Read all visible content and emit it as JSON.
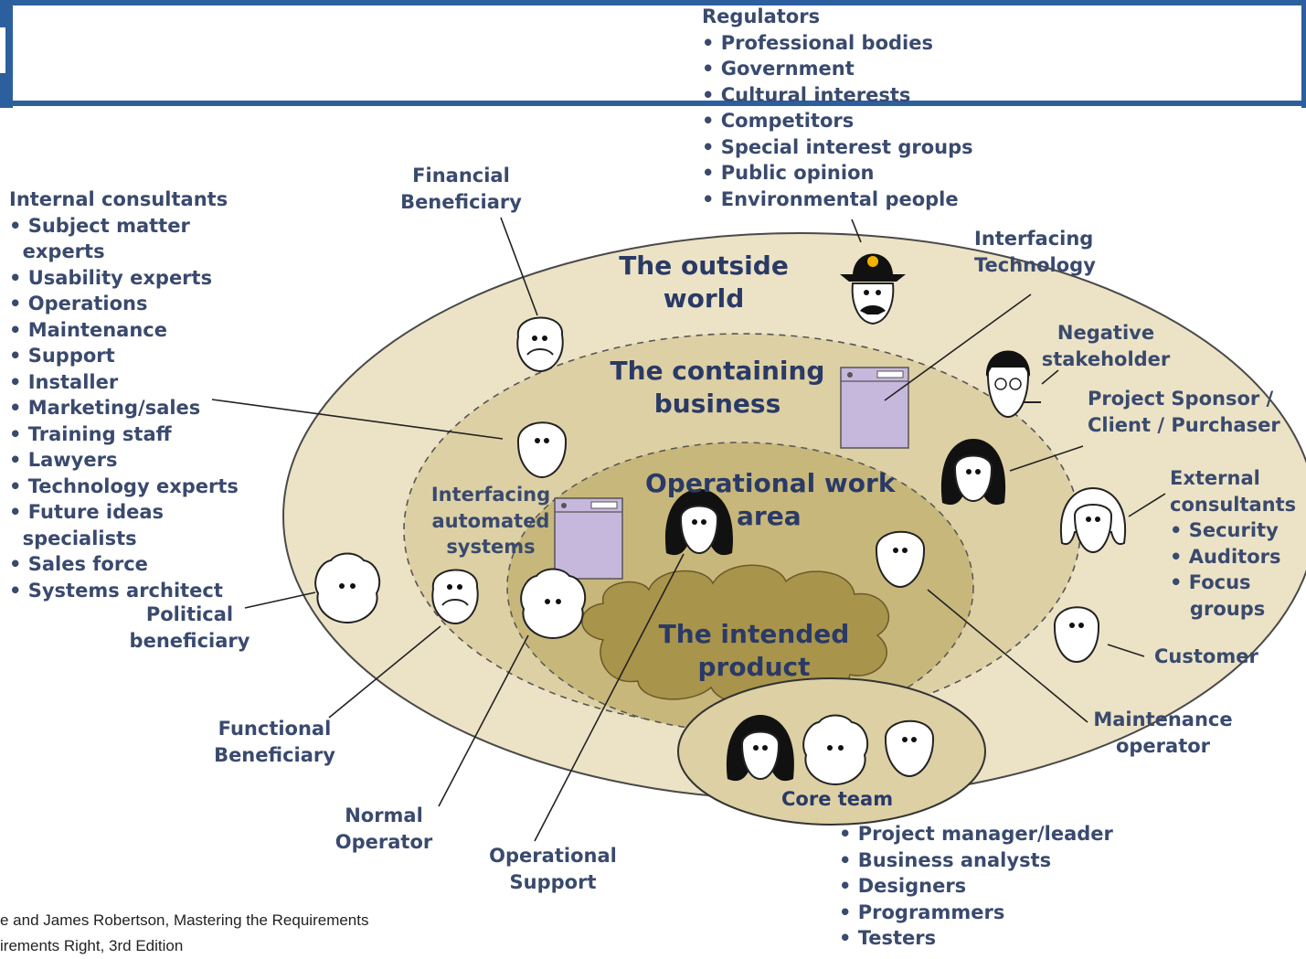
{
  "labels": {
    "regulators": "Regulators\n• Professional bodies\n• Government\n• Cultural interests\n• Competitors\n• Special interest groups\n• Public opinion\n• Environmental people",
    "internal_consultants": "Internal consultants\n• Subject matter\n  experts\n• Usability experts\n• Operations\n• Maintenance\n• Support\n• Installer\n• Marketing/sales\n• Training staff\n• Lawyers\n• Technology experts\n• Future ideas\n  specialists\n• Sales force\n• Systems architect",
    "financial_beneficiary": "Financial\nBeneficiary",
    "interfacing_technology": "Interfacing\nTechnology",
    "negative_stakeholder": "Negative\nstakeholder",
    "project_sponsor": "Project Sponsor /\nClient / Purchaser",
    "external_consultants": "External\nconsultants\n• Security\n• Auditors\n• Focus\n   groups",
    "customer": "Customer",
    "maintenance_operator": "Maintenance\noperator",
    "political_beneficiary": "Political\nbeneficiary",
    "functional_beneficiary": "Functional\nBeneficiary",
    "normal_operator": "Normal\nOperator",
    "operational_support": "Operational\nSupport",
    "interfacing_automated": "Interfacing\nautomated\nsystems",
    "core_team_members": "• Project manager/leader\n• Business analysts\n• Designers\n• Programmers\n• Testers"
  },
  "zones": {
    "outside_world": "The outside\nworld",
    "containing_business": "The containing\nbusiness",
    "operational_work_area_line1": "Operational work",
    "operational_work_area_line2": "area",
    "intended_product": "The intended\nproduct",
    "core_team": "Core team"
  },
  "credit": "e and James Robertson, Mastering the Requirements\nirements Right, 3rd Edition",
  "colors": {
    "header_blue": "#2c5f9e",
    "outer_ring": "#ece3c6",
    "containing_ring": "#ddd0a4",
    "operational_ring": "#c8b77b",
    "product_cloud": "#a8944a",
    "system_box": "#c6b8dc",
    "label_text": "#3a4a6e"
  }
}
